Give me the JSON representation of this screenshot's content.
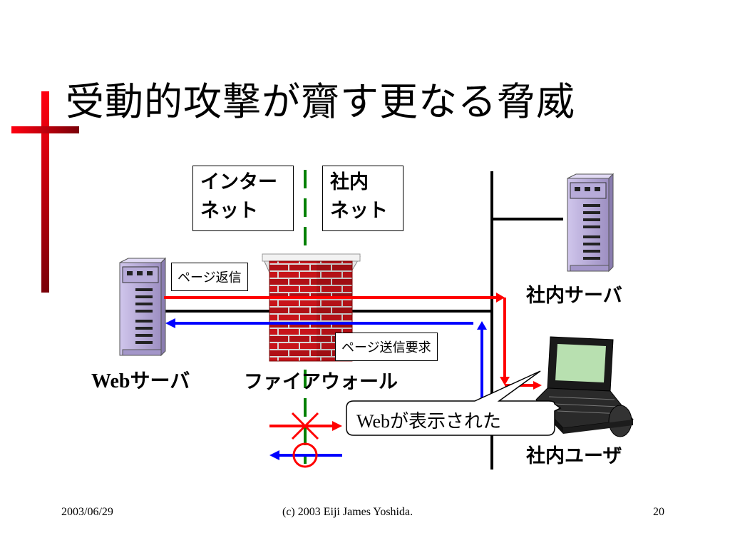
{
  "slide": {
    "title": "受動的攻撃が齎す更なる脅威",
    "zone_labels": {
      "internet_line1": "インター",
      "internet_line2": "ネット",
      "intranet_line1": "社内",
      "intranet_line2": "ネット"
    },
    "nodes": {
      "web_server_latin": "Web",
      "web_server_kana": "サーバ",
      "firewall": "ファイアウォール",
      "internal_server": "社内サーバ",
      "internal_user": "社内ユーザ"
    },
    "messages": {
      "page_reply": "ページ返信",
      "page_request": "ページ送信要求",
      "callout_latin": "Web",
      "callout_rest": "が表示された"
    },
    "footer": {
      "date": "2003/06/29",
      "copyright": "(c) 2003 Eiji James Yoshida.",
      "page_number": "20"
    }
  },
  "colors": {
    "accent_red": "#e8000e",
    "dark_red": "#7a0008",
    "flow_red": "#ff0000",
    "flow_blue": "#0000ff",
    "boundary_green": "#008000",
    "server_purple": "#b4a6d6",
    "brick": "#c8141a"
  },
  "icons": {
    "web_server": "tower-server-icon",
    "internal_server": "tower-server-icon",
    "firewall": "brick-wall-icon",
    "internal_user": "laptop-icon",
    "blocked": "x-mark-icon",
    "allowed": "circle-mark-icon"
  }
}
